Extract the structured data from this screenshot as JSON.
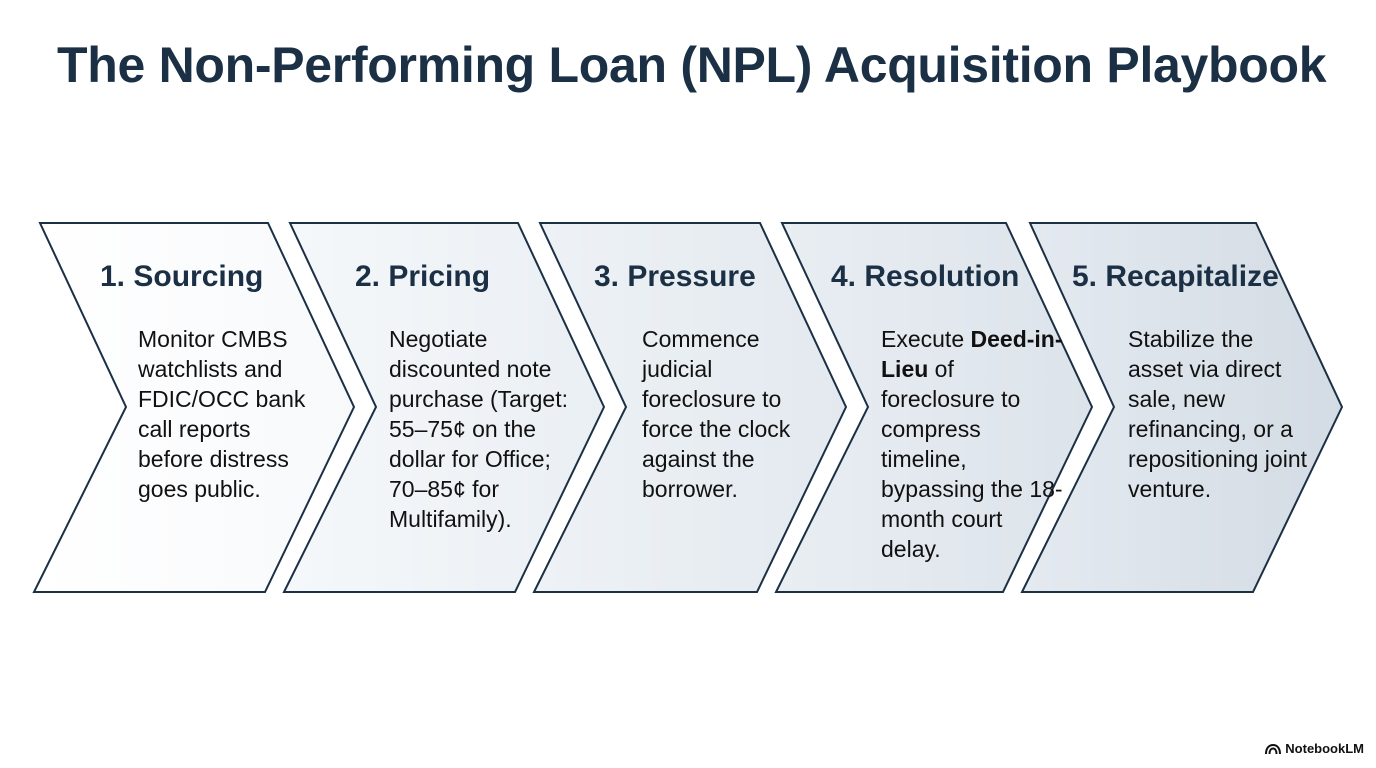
{
  "title": "The Non-Performing Loan (NPL) Acquisition Playbook",
  "steps": [
    {
      "heading": "1. Sourcing",
      "text": "Monitor CMBS watchlists and FDIC/OCC bank call reports before distress goes public."
    },
    {
      "heading": "2. Pricing",
      "text": "Negotiate discounted note purchase (Target: 55–75¢ on the dollar for Office; 70–85¢ for Multifamily)."
    },
    {
      "heading": "3. Pressure",
      "text": "Commence judicial foreclosure to force the clock against the borrower."
    },
    {
      "heading": "4. Resolution",
      "text_before": "Execute ",
      "text_bold": "Deed-in-Lieu",
      "text_after": " of foreclosure to compress timeline, bypassing the 18-month court delay."
    },
    {
      "heading": "5. Recapitalize",
      "text": "Stabilize the asset via direct sale, new refinancing, or a repositioning joint venture."
    }
  ],
  "brand": {
    "name": "NotebookLM",
    "icon": "notebooklm-logo-icon"
  },
  "colors": {
    "title": "#1b2f45",
    "outline": "#1b2f45",
    "fill_start": "#ffffff",
    "fill_end": "#d3dbe4"
  }
}
